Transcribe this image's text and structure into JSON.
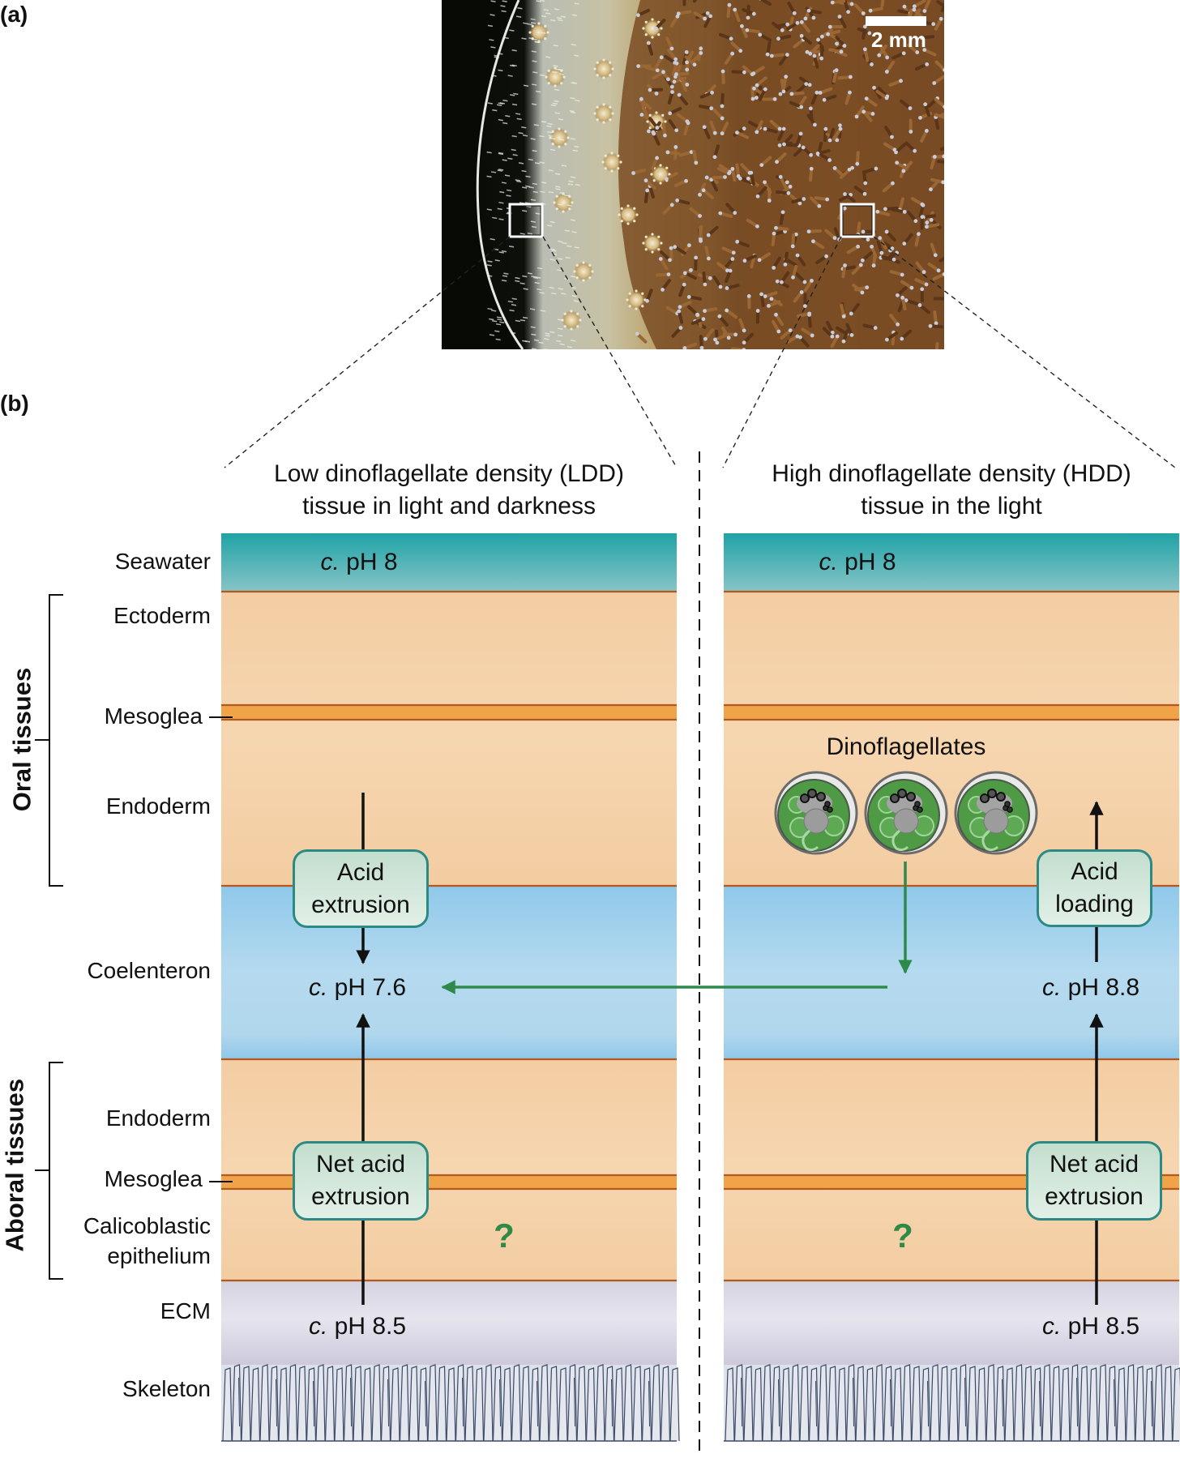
{
  "panel_labels": {
    "a": "(a)",
    "b": "(b)"
  },
  "photo": {
    "scale_bar_label": "2 mm",
    "description": "Coral colony photograph with low- and high-density dinoflagellate regions"
  },
  "headings": {
    "left": {
      "line1": "Low dinoflagellate density (LDD)",
      "line2": "tissue in light and darkness"
    },
    "right": {
      "line1": "High dinoflagellate density (HDD)",
      "line2": "tissue in the light"
    }
  },
  "group_labels": {
    "oral": "Oral tissues",
    "aboral": "Aboral tissues"
  },
  "layer_labels": {
    "seawater": "Seawater",
    "ectoderm": "Ectoderm",
    "oral_mesoglea": "Mesoglea",
    "oral_endoderm": "Endoderm",
    "coelenteron": "Coelenteron",
    "aboral_endoderm": "Endoderm",
    "aboral_mesoglea": "Mesoglea",
    "calicoblastic_1": "Calicoblastic",
    "calicoblastic_2": "epithelium",
    "ecm": "ECM",
    "skeleton": "Skeleton"
  },
  "ph": {
    "prefix": "c.",
    "left": {
      "seawater": "pH 8",
      "coelenteron": "pH 7.6",
      "ecm": "pH 8.5"
    },
    "right": {
      "seawater": "pH 8",
      "coelenteron": "pH 8.8",
      "ecm": "pH 8.5"
    }
  },
  "boxes": {
    "left_oral": {
      "line1": "Acid",
      "line2": "extrusion"
    },
    "left_aboral": {
      "line1": "Net acid",
      "line2": "extrusion"
    },
    "right_oral": {
      "line1": "Acid",
      "line2": "loading"
    },
    "right_aboral": {
      "line1": "Net acid",
      "line2": "extrusion"
    }
  },
  "dinoflagellates": {
    "label": "Dinoflagellates",
    "count": 3
  },
  "unknown_marker": "?",
  "colors": {
    "seawater_top": "#1fa3a6",
    "seawater_bottom": "#86c3c6",
    "tissue": "#f5d2aa",
    "mesoglea": "#f0a348",
    "boundary_line": "#b25a1e",
    "coelenteron_top": "#93cbec",
    "coelenteron_bottom": "#b4d9ee",
    "ecm": "#dcd9e6",
    "skeleton_fill": "#dde2ea",
    "skeleton_stroke": "#3b4866",
    "box_border": "#2b8a83",
    "green_arrow": "#2e8a4a",
    "question_mark": "#2e8a44"
  }
}
